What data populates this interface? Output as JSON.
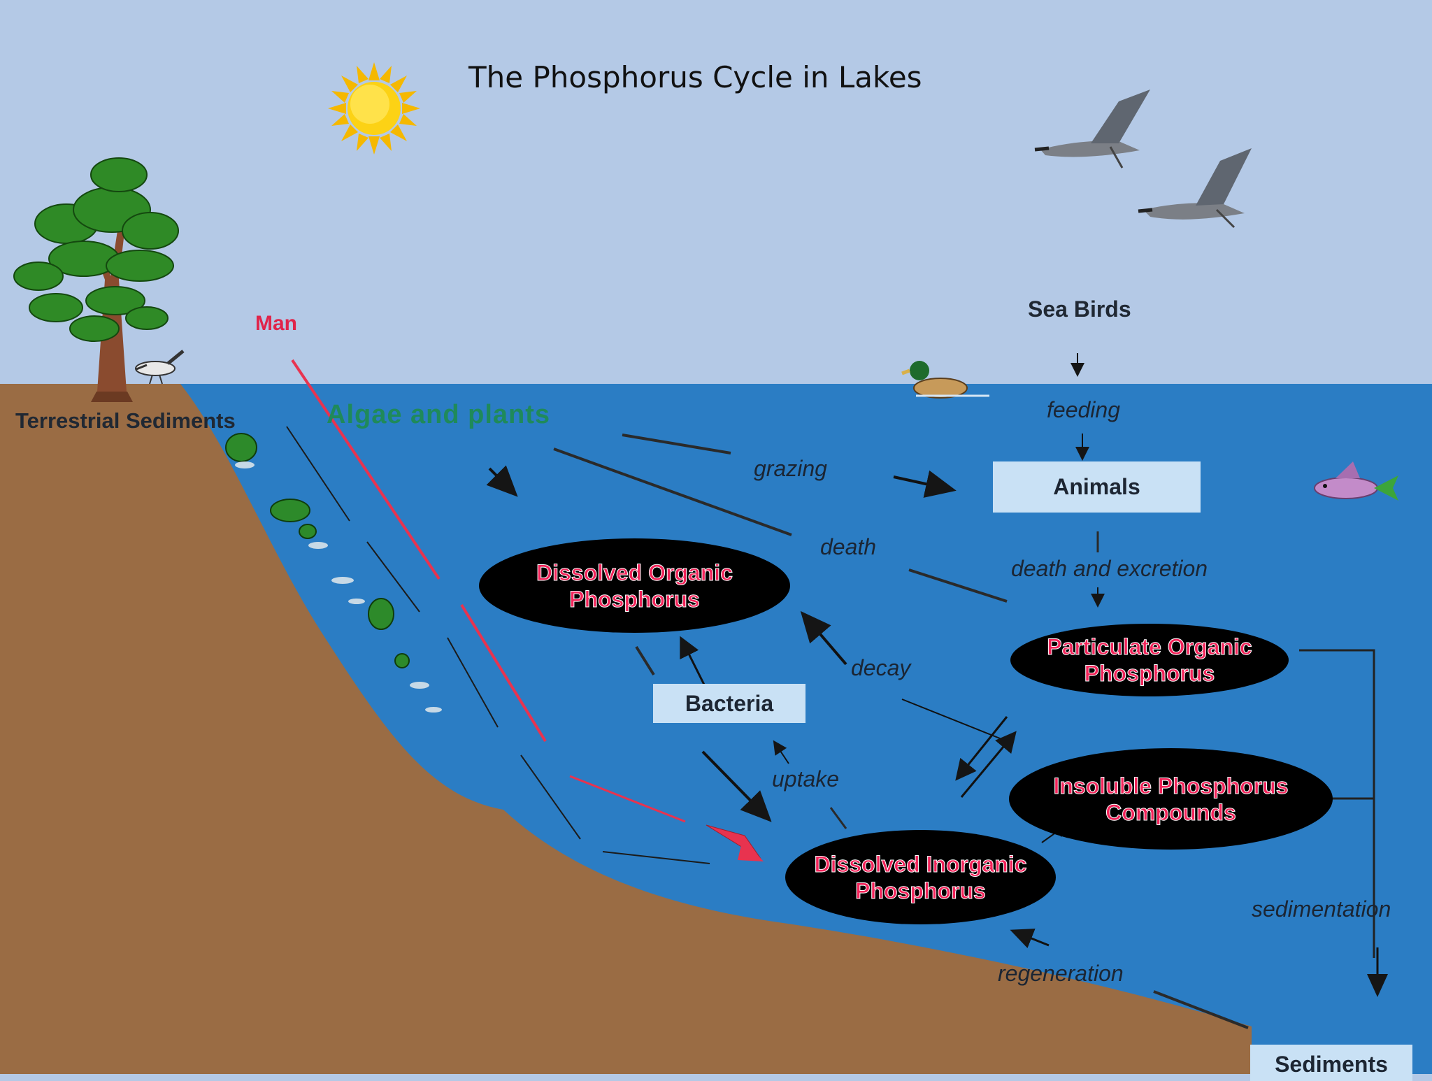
{
  "title": "The Phosphorus Cycle in Lakes",
  "labels": {
    "man": "Man",
    "algae": "Algae and plants",
    "terrestrial": "Terrestrial Sediments",
    "sea_birds": "Sea Birds",
    "feeding": "feeding",
    "grazing": "grazing",
    "death": "death",
    "death_excretion": "death and excretion",
    "decay": "decay",
    "uptake": "uptake",
    "sedimentation": "sedimentation",
    "regeneration": "regeneration"
  },
  "boxes": {
    "animals": "Animals",
    "bacteria": "Bacteria",
    "sediments": "Sediments"
  },
  "ovals": {
    "dop_line1": "Dissolved Organic",
    "dop_line2": "Phosphorus",
    "pop_line1": "Particulate Organic",
    "pop_line2": "Phosphorus",
    "ipc_line1": "Insoluble Phosphorus",
    "ipc_line2": "Compounds",
    "dip_line1": "Dissolved Inorganic",
    "dip_line2": "Phosphorus"
  },
  "icons": [
    "sun-icon",
    "tree-icon",
    "goose-icon",
    "duck-icon",
    "fish-icon",
    "shorebird-icon",
    "algae-icon"
  ],
  "colors": {
    "sky": "#b4c9e6",
    "water": "#2b7dc4",
    "soil": "#9a6c44",
    "man_arrow": "#e8334f",
    "oval_text": "#f2245a"
  }
}
